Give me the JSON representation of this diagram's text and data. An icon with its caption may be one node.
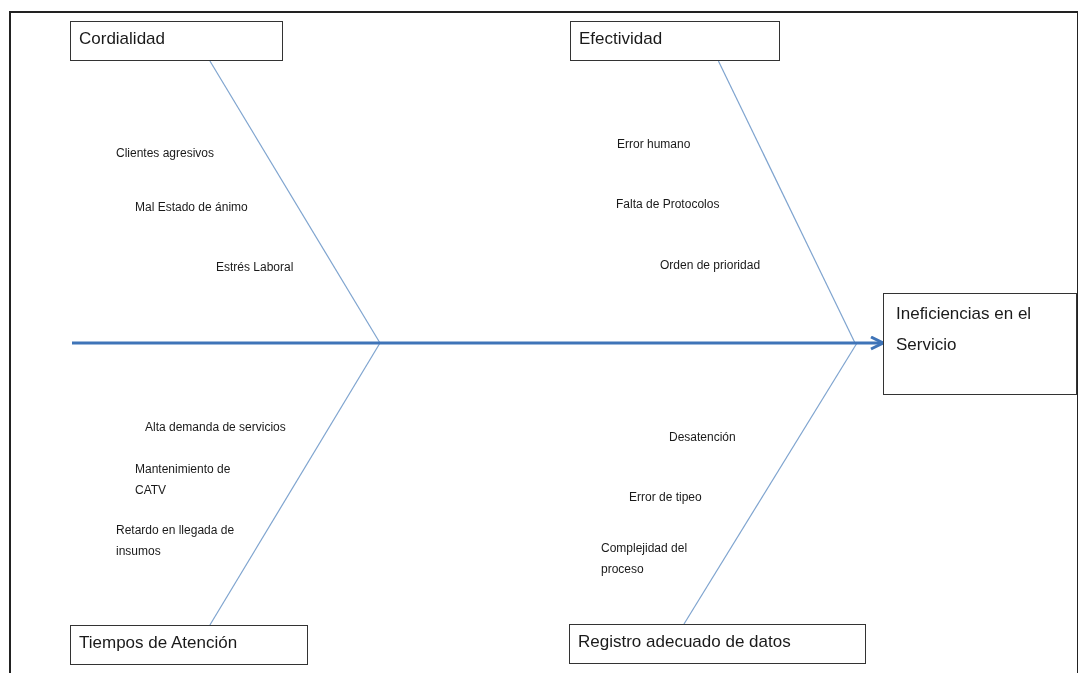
{
  "diagram": {
    "nodes": [
      {
        "text": [
          "Cordialidad"
        ]
      },
      {
        "text": [
          "Efectividad"
        ]
      },
      {
        "text": [
          "Tiempos de Atención"
        ]
      },
      {
        "text": [
          "Registro adecuado de datos"
        ]
      },
      {
        "text": [
          "Ineficiencias en el Servicio"
        ]
      }
    ],
    "edges": [
      {
        "from": 0,
        "to": null,
        "arrow": "none"
      },
      {
        "from": 1,
        "to": null,
        "arrow": "none"
      },
      {
        "from": 2,
        "to": null,
        "arrow": "none"
      },
      {
        "from": 3,
        "to": null,
        "arrow": "none"
      },
      {
        "from": null,
        "to": 4,
        "arrow": "to",
        "style": "thick",
        "color": "#3f74b8"
      }
    ],
    "labels": [
      "Clientes agresivos",
      "Mal Estado de ánimo",
      "Estrés Laboral",
      "Error humano",
      "Falta de Protocolos",
      "Orden de prioridad",
      "Alta demanda de servicios",
      "Mantenimiento de CATV",
      "Retardo en llegada de insumos",
      "Desatención",
      "Error de tipeo",
      "Complejidad del proceso"
    ]
  }
}
